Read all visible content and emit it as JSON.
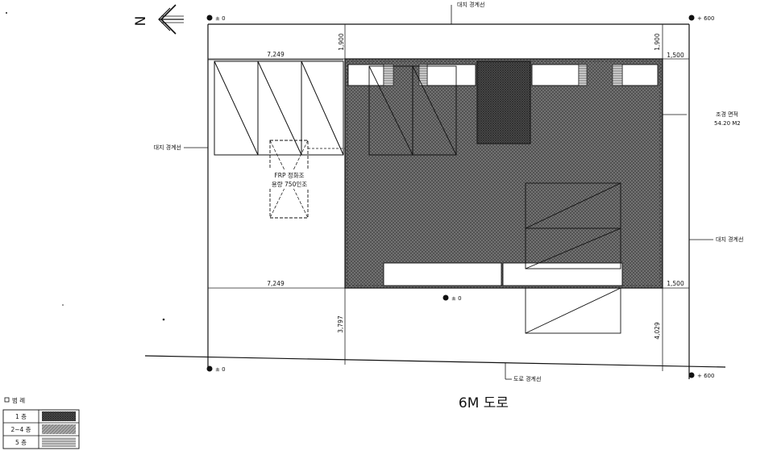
{
  "north": {
    "label": "N"
  },
  "levels": {
    "top_left": "± 0",
    "top_right": "+ 600",
    "center": "± 0",
    "bottom_left": "± 0",
    "bottom_right": "+ 600"
  },
  "boundary_labels": {
    "top": "대지 경계선",
    "left": "대지 경계선",
    "right": "대지 경계선",
    "bottom": "도로 경계선"
  },
  "landscape": {
    "line1": "조경 면적",
    "line2": "54.20 M2"
  },
  "tank": {
    "line1": "FRP 정화조",
    "line2": "용량 750인조"
  },
  "dimensions": {
    "top_width": "7,249",
    "bottom_width": "7,249",
    "top_left_setback": "1,900",
    "top_right_setback": "1,900",
    "right_top": "1,500",
    "right_bottom": "1,500",
    "bottom_left_setback": "3,797",
    "bottom_right_setback": "4,029"
  },
  "road_label": "6M 도로",
  "legend": {
    "title": "범 례",
    "rows": [
      {
        "label": "1 층",
        "pattern": "crosshatch-dark"
      },
      {
        "label": "2~4 층",
        "pattern": "crosshatch-light"
      },
      {
        "label": "5 층",
        "pattern": "horizontal-lines"
      }
    ]
  }
}
